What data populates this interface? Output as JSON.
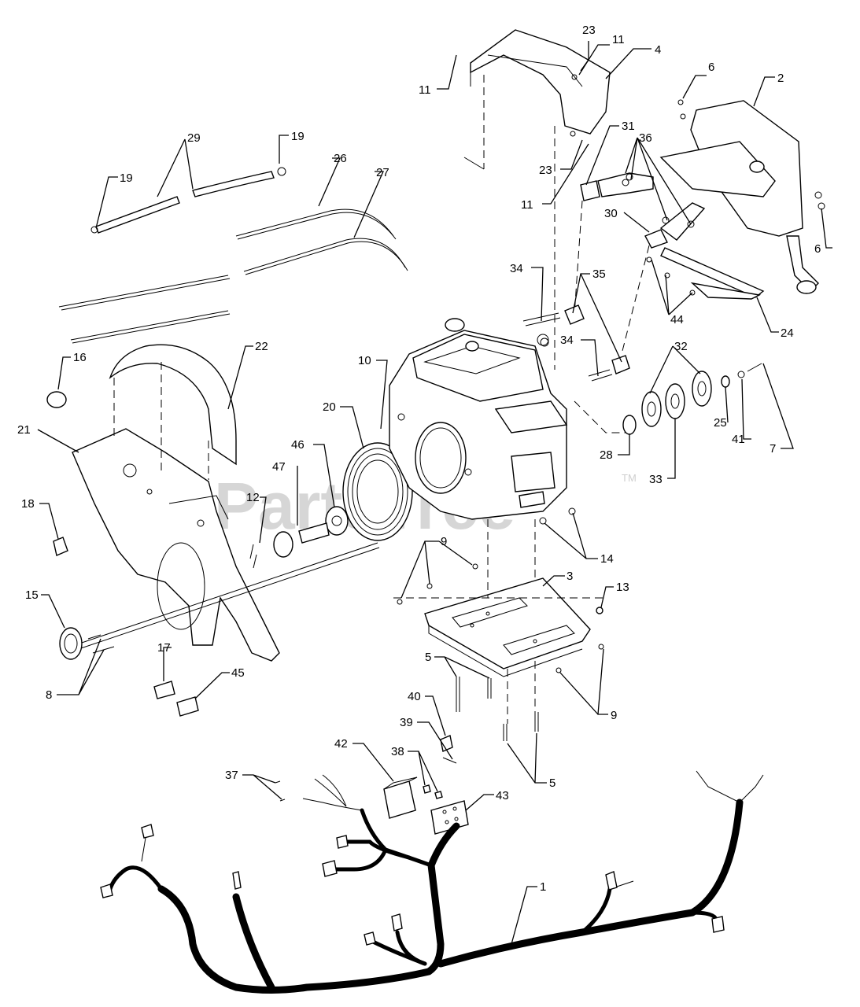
{
  "watermark": {
    "text": "PartsTree",
    "trademark": "TM"
  },
  "labels": [
    {
      "id": "l23a",
      "text": "23"
    },
    {
      "id": "l11a",
      "text": "11"
    },
    {
      "id": "l4",
      "text": "4"
    },
    {
      "id": "l11b",
      "text": "11"
    },
    {
      "id": "l6a",
      "text": "6"
    },
    {
      "id": "l2",
      "text": "2"
    },
    {
      "id": "l29",
      "text": "29"
    },
    {
      "id": "l19a",
      "text": "19"
    },
    {
      "id": "l19b",
      "text": "19"
    },
    {
      "id": "l26",
      "text": "26"
    },
    {
      "id": "l27",
      "text": "27"
    },
    {
      "id": "l31",
      "text": "31"
    },
    {
      "id": "l36",
      "text": "36"
    },
    {
      "id": "l23b",
      "text": "23"
    },
    {
      "id": "l11c",
      "text": "11"
    },
    {
      "id": "l30",
      "text": "30"
    },
    {
      "id": "l6b",
      "text": "6"
    },
    {
      "id": "l34a",
      "text": "34"
    },
    {
      "id": "l35",
      "text": "35"
    },
    {
      "id": "l44",
      "text": "44"
    },
    {
      "id": "l24",
      "text": "24"
    },
    {
      "id": "l16",
      "text": "16"
    },
    {
      "id": "l22",
      "text": "22"
    },
    {
      "id": "l10",
      "text": "10"
    },
    {
      "id": "l34b",
      "text": "34"
    },
    {
      "id": "l32",
      "text": "32"
    },
    {
      "id": "l20",
      "text": "20"
    },
    {
      "id": "l21",
      "text": "21"
    },
    {
      "id": "l46",
      "text": "46"
    },
    {
      "id": "l25",
      "text": "25"
    },
    {
      "id": "l41",
      "text": "41"
    },
    {
      "id": "l7",
      "text": "7"
    },
    {
      "id": "l28",
      "text": "28"
    },
    {
      "id": "l47",
      "text": "47"
    },
    {
      "id": "l33",
      "text": "33"
    },
    {
      "id": "l18",
      "text": "18"
    },
    {
      "id": "l12",
      "text": "12"
    },
    {
      "id": "l9a",
      "text": "9"
    },
    {
      "id": "l14",
      "text": "14"
    },
    {
      "id": "l3",
      "text": "3"
    },
    {
      "id": "l15",
      "text": "15"
    },
    {
      "id": "l13",
      "text": "13"
    },
    {
      "id": "l17",
      "text": "17"
    },
    {
      "id": "l5a",
      "text": "5"
    },
    {
      "id": "l45",
      "text": "45"
    },
    {
      "id": "l8",
      "text": "8"
    },
    {
      "id": "l9b",
      "text": "9"
    },
    {
      "id": "l40",
      "text": "40"
    },
    {
      "id": "l39",
      "text": "39"
    },
    {
      "id": "l42",
      "text": "42"
    },
    {
      "id": "l38",
      "text": "38"
    },
    {
      "id": "l37",
      "text": "37"
    },
    {
      "id": "l43",
      "text": "43"
    },
    {
      "id": "l5b",
      "text": "5"
    },
    {
      "id": "l1",
      "text": "1"
    }
  ]
}
